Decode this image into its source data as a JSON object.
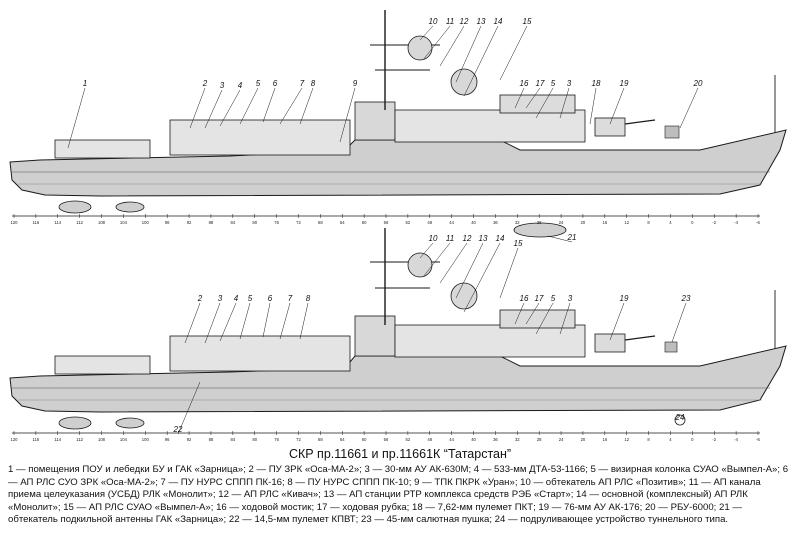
{
  "title": "СКР пр.11661 и пр.11661К “Татарстан”",
  "legend": "1 — помещения ПОУ и лебедки БУ и ГАК «Зарница»; 2 — ПУ ЗРК «Оса-МА-2»; 3 — 30-мм АУ АК-630М; 4 — 533-мм ДТА-53-1166; 5 — визирная колонка СУАО «Вымпел-А»; 6 — АП РЛС СУО ЗРК «Оса-МА-2»; 7 — ПУ НУРС СППП ПК-16; 8 — ПУ НУРС СППП ПК-10; 9 — ТПК ПКРК «Уран»; 10 — обтекатель АП РЛС «Позитив»; 11 — АП канала приема целеуказания (УСБД) РЛК «Монолит»; 12 — АП РЛС «Кивач»; 13 — АП станции РТР комплекса средств РЭБ «Старт»; 14 — основной (комплексный) АП РЛК «Монолит»; 15 — АП РЛС СУАО «Вымпел-А»; 16 — ходовой мостик; 17 — ходовая рубка; 18 — 7,62-мм пулемет ПКТ; 19 — 76-мм АУ АК-176; 20 — РБУ-6000; 21 — обтекатель подкильной антенны ГАК «Зарница»; 22 — 14,5-мм пулемет КПВТ; 23 — 45-мм салютная пушка; 24 — подруливающее устройство туннельного типа.",
  "top_ship": {
    "callouts": [
      "1",
      "2",
      "3",
      "4",
      "5",
      "6",
      "7",
      "8",
      "9",
      "10",
      "11",
      "12",
      "13",
      "14",
      "15",
      "16",
      "17",
      "5",
      "3",
      "18",
      "19",
      "20",
      "21"
    ],
    "ruler_labels": [
      "120",
      "116",
      "114",
      "112",
      "108",
      "104",
      "100",
      "96",
      "92",
      "88",
      "84",
      "80",
      "76",
      "72",
      "68",
      "64",
      "60",
      "56",
      "52",
      "48",
      "44",
      "40",
      "36",
      "32",
      "28",
      "24",
      "20",
      "16",
      "12",
      "8",
      "4",
      "0",
      "-2",
      "-4",
      "-6"
    ]
  },
  "bottom_ship": {
    "callouts": [
      "2",
      "3",
      "4",
      "5",
      "6",
      "7",
      "8",
      "10",
      "11",
      "12",
      "13",
      "14",
      "15",
      "16",
      "17",
      "5",
      "3",
      "19",
      "23",
      "22",
      "24"
    ],
    "ruler_labels": [
      "120",
      "116",
      "114",
      "112",
      "108",
      "104",
      "100",
      "96",
      "92",
      "88",
      "84",
      "80",
      "76",
      "72",
      "68",
      "64",
      "60",
      "56",
      "52",
      "48",
      "44",
      "40",
      "36",
      "32",
      "28",
      "24",
      "20",
      "16",
      "12",
      "8",
      "4",
      "0",
      "-2",
      "-4",
      "-6"
    ]
  },
  "colors": {
    "hull": "#cfcfcf",
    "deck": "#e4e4e4",
    "line": "#1a1a1a"
  }
}
